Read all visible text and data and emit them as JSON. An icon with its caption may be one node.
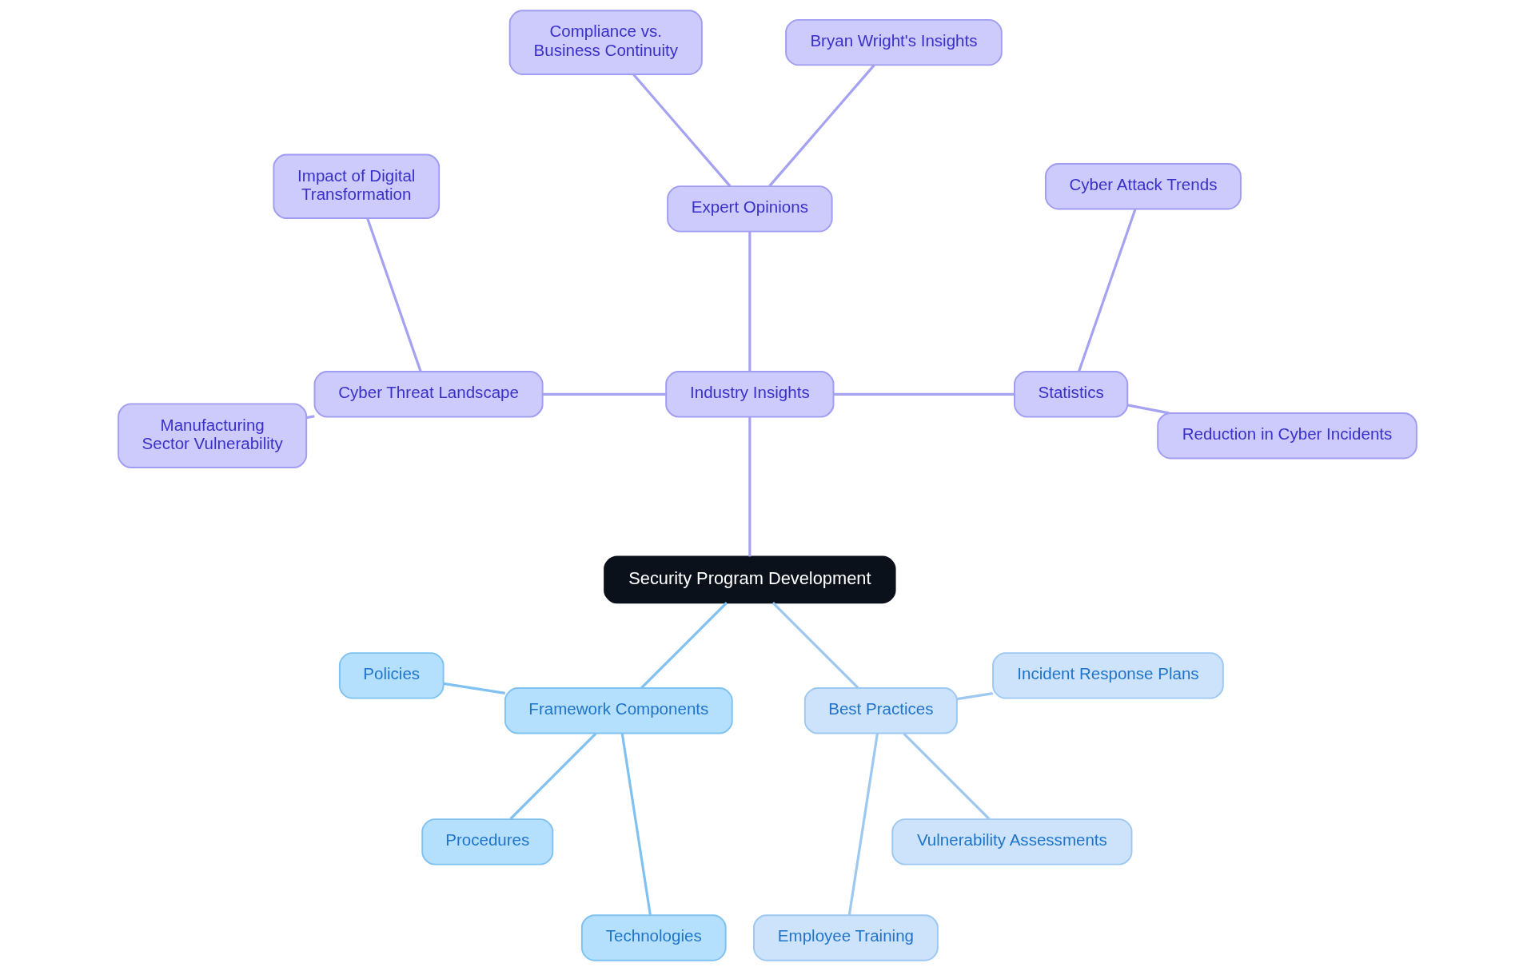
{
  "diagram": {
    "nodes": [
      {
        "text": [
          "Security Program Development"
        ]
      },
      {
        "text": [
          "Industry Insights"
        ]
      },
      {
        "text": [
          "Statistics"
        ]
      },
      {
        "text": [
          "Reduction in Cyber Incidents"
        ]
      },
      {
        "text": [
          "Cyber Attack Trends"
        ]
      },
      {
        "text": [
          "Expert Opinions"
        ]
      },
      {
        "text": [
          "Bryan Wright's Insights"
        ]
      },
      {
        "text": [
          "Compliance vs. Business Continuity"
        ]
      },
      {
        "text": [
          "Cyber Threat Landscape"
        ]
      },
      {
        "text": [
          "Impact of Digital Transformation"
        ]
      },
      {
        "text": [
          "Manufacturing Sector Vulnerability"
        ]
      },
      {
        "text": [
          "Framework Components"
        ]
      },
      {
        "text": [
          "Policies"
        ]
      },
      {
        "text": [
          "Procedures"
        ]
      },
      {
        "text": [
          "Technologies"
        ]
      },
      {
        "text": [
          "Best Practices"
        ]
      },
      {
        "text": [
          "Employee Training"
        ]
      },
      {
        "text": [
          "Vulnerability Assessments"
        ]
      },
      {
        "text": [
          "Incident Response Plans"
        ]
      }
    ],
    "edges": [
      {
        "from": 0,
        "to": 1,
        "arrow": "none"
      },
      {
        "from": 1,
        "to": 2,
        "arrow": "none"
      },
      {
        "from": 2,
        "to": 3,
        "arrow": "none"
      },
      {
        "from": 2,
        "to": 4,
        "arrow": "none"
      },
      {
        "from": 1,
        "to": 5,
        "arrow": "none"
      },
      {
        "from": 5,
        "to": 6,
        "arrow": "none"
      },
      {
        "from": 5,
        "to": 7,
        "arrow": "none"
      },
      {
        "from": 1,
        "to": 8,
        "arrow": "none"
      },
      {
        "from": 8,
        "to": 9,
        "arrow": "none"
      },
      {
        "from": 8,
        "to": 10,
        "arrow": "none"
      },
      {
        "from": 0,
        "to": 11,
        "arrow": "none",
        "color": "#7fc1f0"
      },
      {
        "from": 11,
        "to": 12,
        "arrow": "none",
        "color": "#7fc1f0"
      },
      {
        "from": 11,
        "to": 13,
        "arrow": "none",
        "color": "#7fc1f0"
      },
      {
        "from": 11,
        "to": 14,
        "arrow": "none",
        "color": "#7fc1f0"
      },
      {
        "from": 0,
        "to": 15,
        "arrow": "none",
        "color": "#9cc8f2"
      },
      {
        "from": 15,
        "to": 16,
        "arrow": "none",
        "color": "#9cc8f2"
      },
      {
        "from": 15,
        "to": 17,
        "arrow": "none",
        "color": "#9cc8f2"
      },
      {
        "from": 15,
        "to": 18,
        "arrow": "none",
        "color": "#9cc8f2"
      }
    ]
  }
}
